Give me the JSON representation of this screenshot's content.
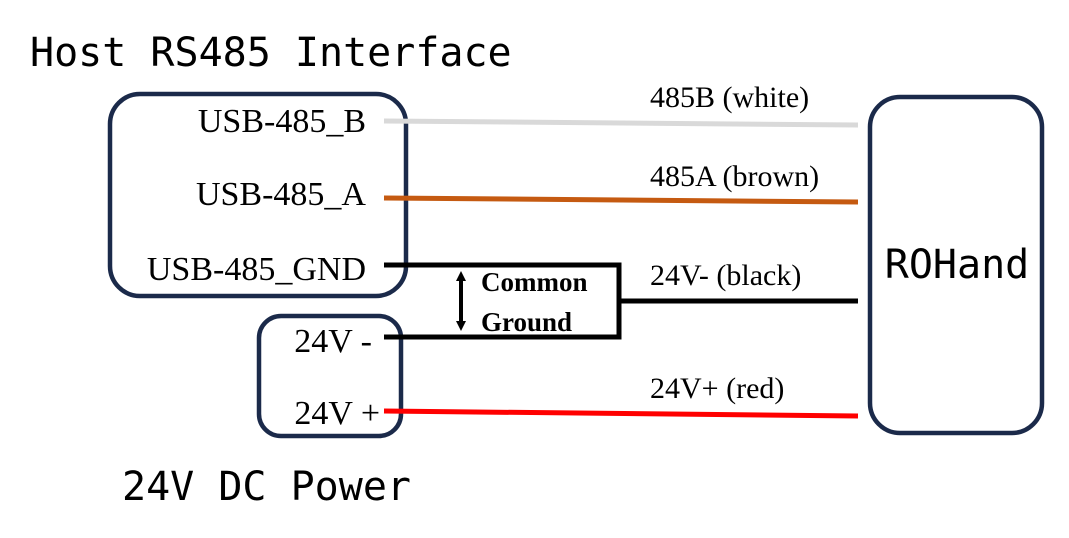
{
  "title": "Host RS485 Interface",
  "power_title": "24V DC Power",
  "host_pins": {
    "b": "USB-485_B",
    "a": "USB-485_A",
    "gnd": "USB-485_GND"
  },
  "power_pins": {
    "neg": "24V -",
    "pos": "24V +"
  },
  "device": "ROHand",
  "wires": {
    "b": {
      "label": "485B (white)",
      "color": "#d9d9d9"
    },
    "a": {
      "label": "485A (brown)",
      "color": "#c55a11"
    },
    "gnd": {
      "label": "24V- (black)",
      "color": "#000000"
    },
    "pos": {
      "label": "24V+ (red)",
      "color": "#ff0000"
    }
  },
  "common_ground": {
    "line1": "Common",
    "line2": "Ground"
  },
  "colors": {
    "box_border": "#1b2a4a"
  }
}
